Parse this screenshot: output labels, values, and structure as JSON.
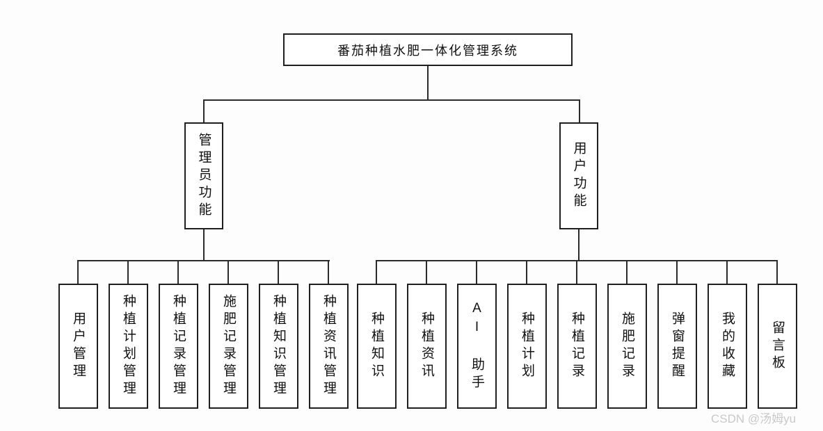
{
  "diagram": {
    "root": {
      "label": "番茄种植水肥一体化管理系统"
    },
    "branches": [
      {
        "label": "管理员功能",
        "children": [
          "用户管理",
          "种植计划管理",
          "种植记录管理",
          "施肥记录管理",
          "种植知识管理",
          "种植资讯管理"
        ]
      },
      {
        "label": "用户功能",
        "children": [
          "种植知识",
          "种植资讯",
          "AI 助手",
          "种植计划",
          "种植记录",
          "施肥记录",
          "弹窗提醒",
          "我的收藏",
          "留言板"
        ]
      }
    ]
  },
  "watermark": "CSDN @汤姆yu"
}
